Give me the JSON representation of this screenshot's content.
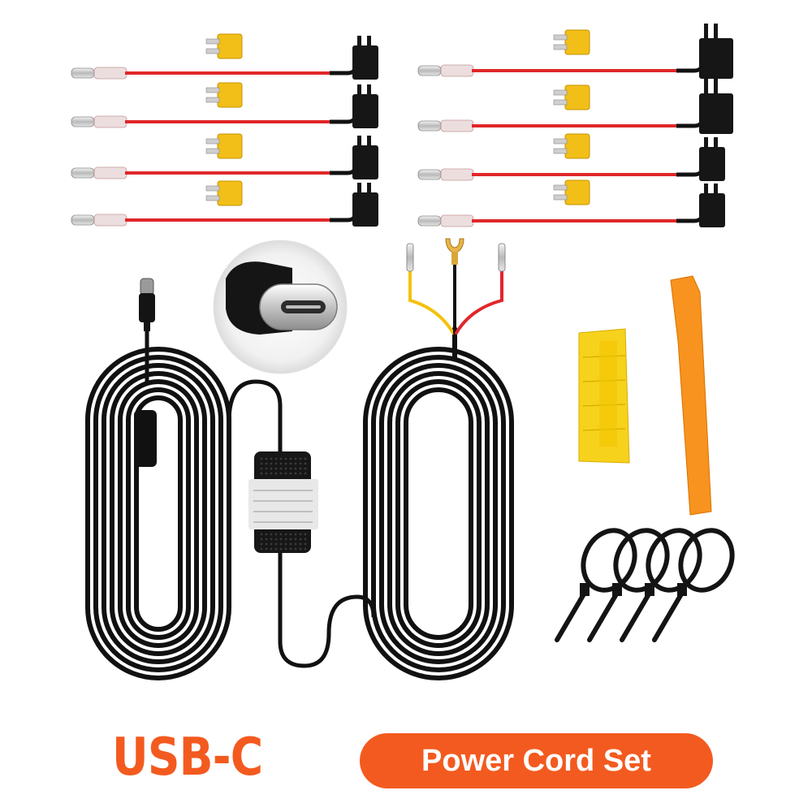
{
  "product": {
    "connector_label": "USB-C",
    "set_label": "Power Cord Set"
  },
  "colors": {
    "accent": "#f35a1f",
    "wire_red": "#e0272a",
    "wire_yellow": "#f4c20d",
    "fuse_yellow": "#f2bf19",
    "cable_black": "#111111",
    "pry_tool_orange": "#f7931e",
    "fuse_puller_yellow": "#f7d21c"
  },
  "kit_contents": [
    {
      "name": "fuse-tap-adapter",
      "count": 8
    },
    {
      "name": "usb-c-hardwire-cable",
      "count": 1
    },
    {
      "name": "fuse-puller",
      "count": 1
    },
    {
      "name": "pry-tool",
      "count": 1
    },
    {
      "name": "cable-tie",
      "count": 4
    }
  ]
}
